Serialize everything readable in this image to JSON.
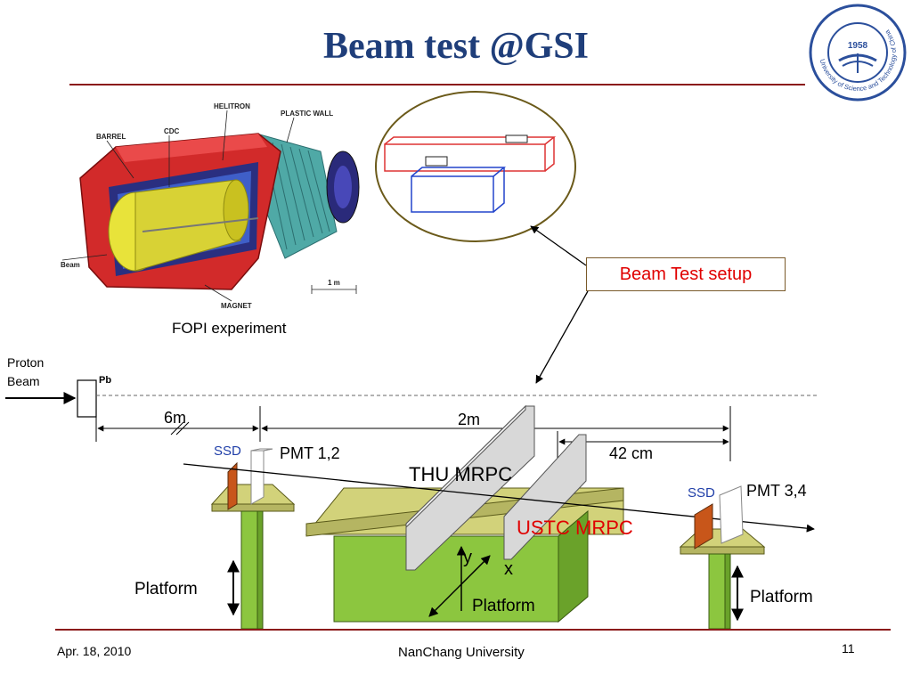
{
  "slide": {
    "title": "Beam test @GSI",
    "logo": {
      "year": "1958",
      "ring_text": "University of Science and Technology of China"
    },
    "fopi": {
      "caption": "FOPI experiment",
      "parts": {
        "helitron": "HELITRON",
        "plastic_wall": "PLASTIC WALL",
        "barrel": "BARREL",
        "cdc": "CDC",
        "beam": "Beam",
        "magnet": "MAGNET",
        "scale": "1 m"
      }
    },
    "callout": "Beam Test setup",
    "beam": {
      "proton_line1": "Proton",
      "proton_line2": "Beam",
      "target": "Pb"
    },
    "dimensions": {
      "d1": "6m",
      "d2": "2m",
      "d3": "42 cm"
    },
    "detectors": {
      "ssd_left": "SSD",
      "pmt_left": "PMT 1,2",
      "thu": "THU MRPC",
      "ustc": "USTC MRPC",
      "ssd_right": "SSD",
      "pmt_right": "PMT 3,4"
    },
    "axes": {
      "y": "y",
      "x": "x"
    },
    "platforms": {
      "left": "Platform",
      "center": "Platform",
      "right": "Platform"
    },
    "footer": {
      "date": "Apr. 18, 2010",
      "org": "NanChang University",
      "page": "11"
    },
    "colors": {
      "title": "#1f3e7a",
      "rule": "#8b1a1a",
      "callout_text": "#e00000",
      "ssd": "#1f3ea8",
      "ustc": "#e00000"
    }
  }
}
